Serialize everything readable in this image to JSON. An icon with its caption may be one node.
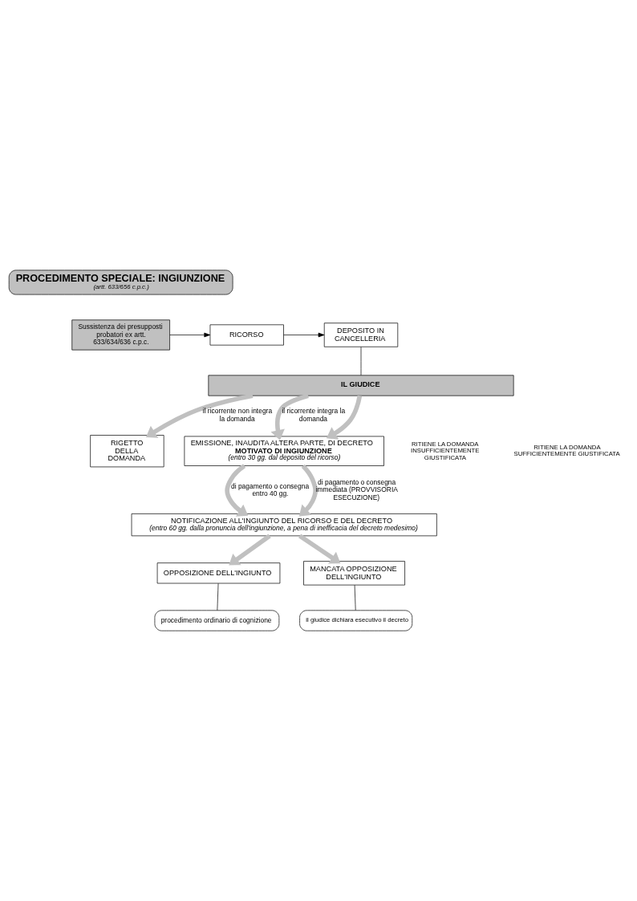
{
  "diagram": {
    "nodes": [
      {
        "text": [
          "PROCEDIMENTO SPECIALE: INGIUNZIONE",
          "(artt. 633/656 c.p.c.)"
        ]
      },
      {
        "text": [
          "Sussistenza dei presupposti probatori ex artt. 633/634/636 c.p.c."
        ]
      },
      {
        "text": [
          "RICORSO"
        ]
      },
      {
        "text": [
          "DEPOSITO IN CANCELLERIA"
        ]
      },
      {
        "text": [
          "IL GIUDICE"
        ]
      },
      {
        "text": [
          "RIGETTO DELLA DOMANDA"
        ]
      },
      {
        "text": [
          "EMISSIONE, INAUDITA ALTERA PARTE, DI DECRETO",
          "MOTIVATO DI INGIUNZIONE",
          "(entro 30 gg. dal deposito del ricorso)"
        ]
      },
      {
        "text": [
          "NOTIFICAZIONE ALL'INGIUNTO DEL RICORSO E DEL DECRETO",
          "(entro 60 gg. dalla pronuncia dell'ingiunzione, a pena di inefficacia del decreto medesimo)"
        ]
      },
      {
        "text": [
          "OPPOSIZIONE DELL'INGIUNTO"
        ]
      },
      {
        "text": [
          "MANCATA OPPOSIZIONE DELL'INGIUNTO"
        ]
      },
      {
        "text": [
          "procedimento ordinario di cognizione"
        ]
      },
      {
        "text": [
          "il giudice dichiara esecutivo il decreto"
        ]
      }
    ],
    "edges": [
      {
        "from": 1,
        "to": 2,
        "arrow": "to",
        "color": "#000000"
      },
      {
        "from": 2,
        "to": 3,
        "arrow": "to",
        "color": "#000000"
      },
      {
        "from": 3,
        "to": 4,
        "arrow": "none",
        "color": "#000000"
      },
      {
        "from": 4,
        "to": 5,
        "arrow": "to",
        "label": "il ricorrente non integra la domanda"
      },
      {
        "from": 4,
        "to": 6,
        "arrow": "to",
        "label": "il ricorrente integra la domanda"
      },
      {
        "from": 4,
        "to": 6,
        "arrow": "to"
      },
      {
        "from": 6,
        "to": 7,
        "arrow": "to",
        "label": "di pagamento o consegna entro 40 gg."
      },
      {
        "from": 6,
        "to": 7,
        "arrow": "to",
        "label": "di pagamento o consegna immediata (PROVVISORIA ESECUZIONE)"
      },
      {
        "from": 7,
        "to": 8,
        "arrow": "to"
      },
      {
        "from": 7,
        "to": 9,
        "arrow": "to"
      },
      {
        "from": 8,
        "to": 10,
        "arrow": "none",
        "color": "#000000"
      },
      {
        "from": 9,
        "to": 11,
        "arrow": "none",
        "color": "#000000"
      }
    ],
    "labels": [
      "RITIENE LA DOMANDA INSUFFICIENTEMENTE GIUSTIFICATA",
      "RITIENE LA DOMANDA SUFFICIENTEMENTE GIUSTIFICATA"
    ]
  }
}
